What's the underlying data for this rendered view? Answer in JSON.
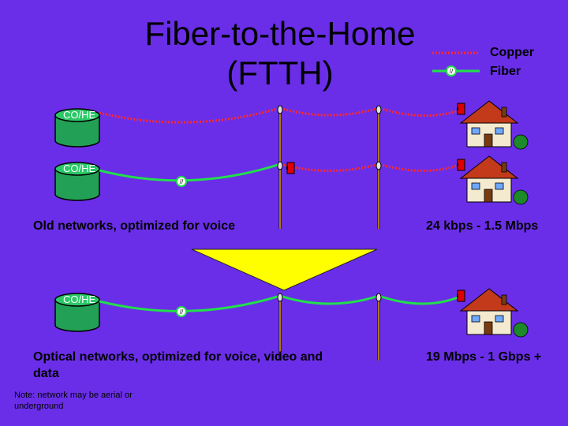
{
  "title_line1": "Fiber-to-the-Home",
  "title_line2": "(FTTH)",
  "legend": {
    "copper_label": "Copper",
    "fiber_label": "Fiber",
    "copper_color": "#ff2a2a",
    "fiber_color": "#22e04a"
  },
  "cohe_label": "CO/HE",
  "splice_mark": "//",
  "old_caption": "Old networks, optimized for voice",
  "old_speed": "24 kbps - 1.5 Mbps",
  "new_caption": "Optical networks, optimized for voice, video and data",
  "new_speed": "19 Mbps - 1 Gbps +",
  "note": "Note: network may be aerial or underground",
  "arrow_color": "#ffff00"
}
